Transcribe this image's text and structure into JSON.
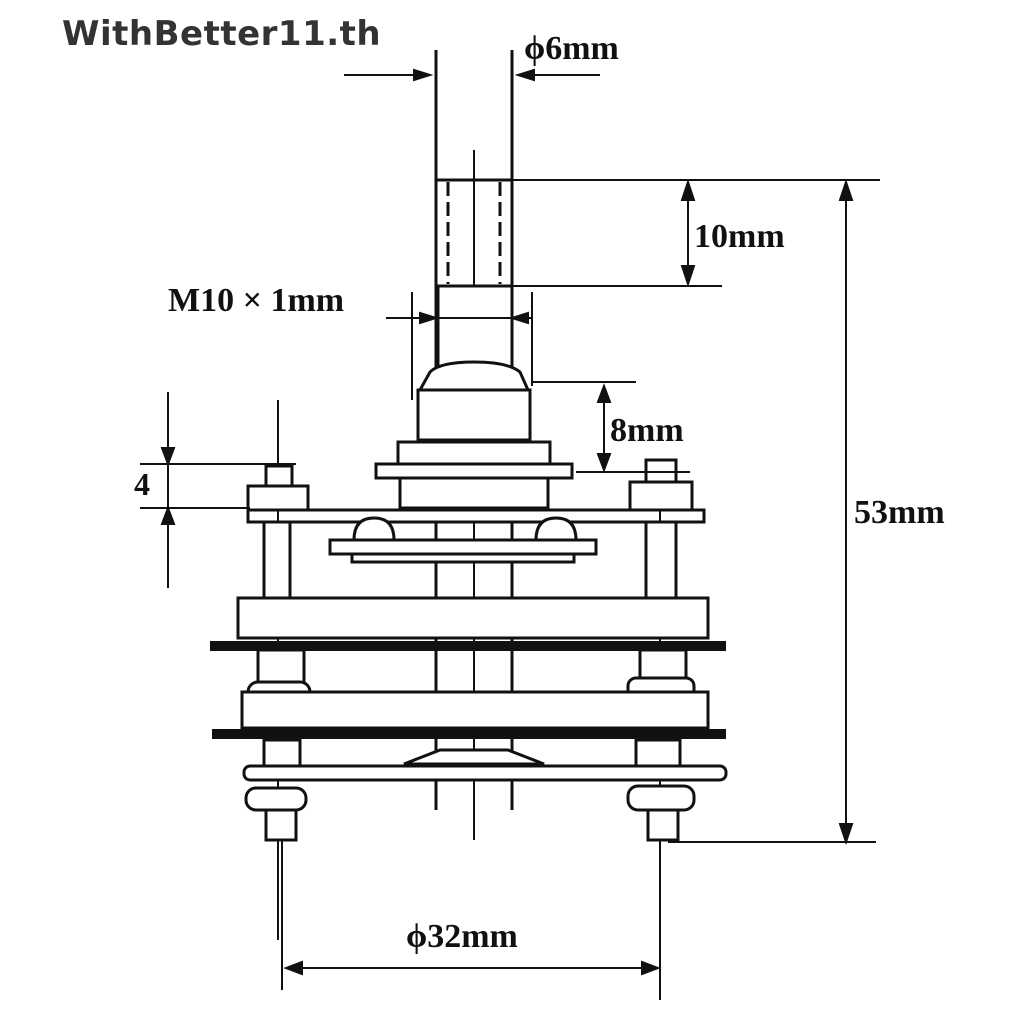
{
  "watermark": "WithBetter11.th",
  "dimensions": {
    "shaft_diameter": "ϕ6mm",
    "shaft_length": "10mm",
    "thread": "M10 × 1mm",
    "nut_height": "8mm",
    "total_height": "53mm",
    "spacer": "4",
    "mount_diameter": "ϕ32mm"
  },
  "colors": {
    "line": "#111111",
    "watermark": "#333333"
  }
}
